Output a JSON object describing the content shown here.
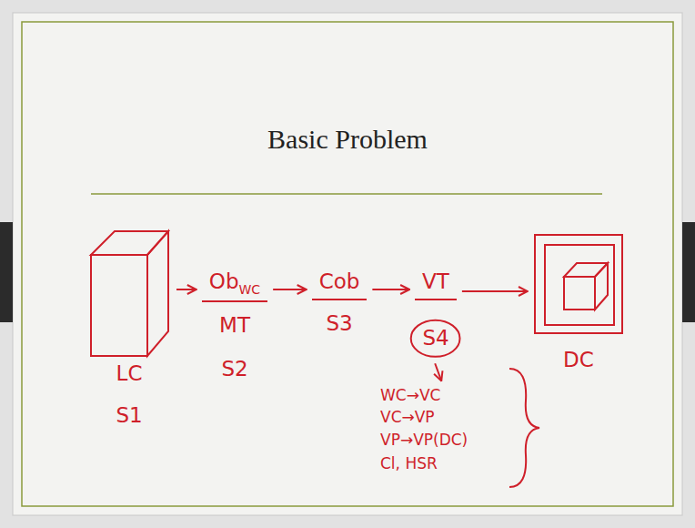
{
  "diagram": {
    "title": "Basic Problem",
    "nodes": [
      {
        "text": [
          "LC",
          "S1"
        ]
      },
      {
        "text": [
          "Ob",
          "WC",
          "MT",
          "S2"
        ]
      },
      {
        "text": [
          "Cob",
          "S3"
        ]
      },
      {
        "text": [
          "VT"
        ]
      },
      {
        "text": [
          "S4"
        ]
      },
      {
        "text": [
          "WC→VC",
          "VC→VP",
          "VP→VP(DC)",
          "Cl, HSR"
        ]
      },
      {
        "text": [
          "DC"
        ]
      }
    ],
    "edges": [
      {
        "from": 0,
        "to": 1,
        "arrow": "to"
      },
      {
        "from": 1,
        "to": 2,
        "arrow": "to"
      },
      {
        "from": 2,
        "to": 3,
        "arrow": "to"
      },
      {
        "from": 3,
        "to": 6,
        "arrow": "to"
      },
      {
        "from": 4,
        "to": 5,
        "arrow": "to"
      }
    ]
  }
}
